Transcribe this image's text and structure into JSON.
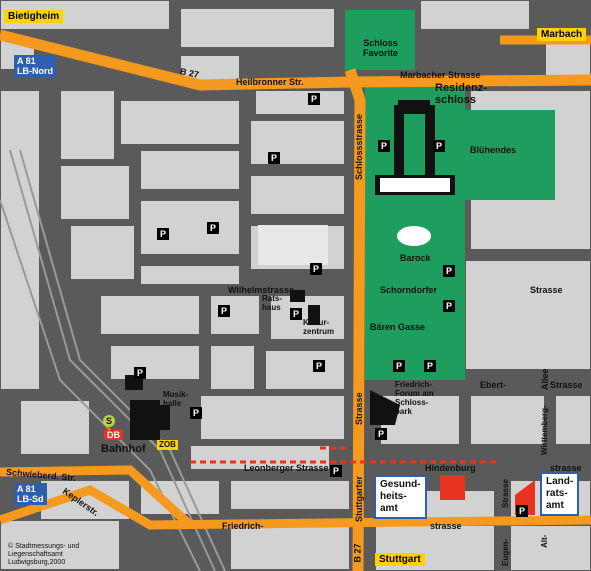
{
  "places": {
    "bietigheim": "Bietigheim",
    "marbach": "Marbach",
    "stuttgart": "Stuttgart"
  },
  "highways": {
    "a81_nord": "A 81\nLB-Nord",
    "a81_sued": "A 81\nLB-Sd",
    "b27_top": "B 27",
    "b27_bottom": "B 27"
  },
  "landmarks": {
    "schloss_favorite": "Schloss\nFavorite",
    "residenzschloss": "Residenz-\nschloss",
    "bluehendes": "Blühendes",
    "barock": "Barock",
    "baerengasse": "Bären  Gasse",
    "forum": "Friedrich-\nForum am\nSchloss-\npark",
    "kulturzentrum": "Kultur-\nzentrum",
    "rathaus": "Rats-\nhaus",
    "musikhalle": "Musik-\nhalle",
    "bahnhof": "Bahnhof",
    "db": "DB",
    "s_bahn": "S",
    "zob": "ZOB"
  },
  "streets": {
    "heilbronner": "Heilbronner Str.",
    "marbacher": "Marbacher Strasse",
    "schlossstrasse": "Schlossstrasse",
    "wilhelmstrasse": "Wilhelmstrasse",
    "schorndorfer": "Schorndorfer",
    "strasse_schorndorfer": "Strasse",
    "ebert": "Ebert-",
    "strasse_ebert": "Strasse",
    "strasse_stuttgarter": "Strasse",
    "stuttgarter": "Stuttgarter",
    "leonberger": "Leonberger Strasse",
    "hindenburg": "Hindenburg",
    "strasse_hindenburg": "strasse",
    "schwieberd": "Schwieberd. Str.",
    "kepler": "Keplerstr.",
    "friedrich": "Friedrich-",
    "strasse_friedrich": "strasse",
    "alleen": "Allee",
    "wurttemberg": "Wirttemberg-",
    "eugen": "Eugen-",
    "strasse_lra": "Strasse",
    "alt": "Alt-"
  },
  "callouts": {
    "gesundheitsamt": "Gesund-\nheits-\namt",
    "landratsamt": "Land-\nrats-\namt"
  },
  "parking_label": "P",
  "copyright": "© Stadtmessungs- und\nLiegenschaftsamt\nLudwigsburg,2000",
  "colors": {
    "background": "#5a5a5a",
    "block": "#d2d2d2",
    "park": "#1e9e5e",
    "main_road": "#f59a1e",
    "highway_badge": "#2e5fae",
    "label_yellow": "#ffd200",
    "railway": "#999999",
    "target": "#e8331f"
  }
}
